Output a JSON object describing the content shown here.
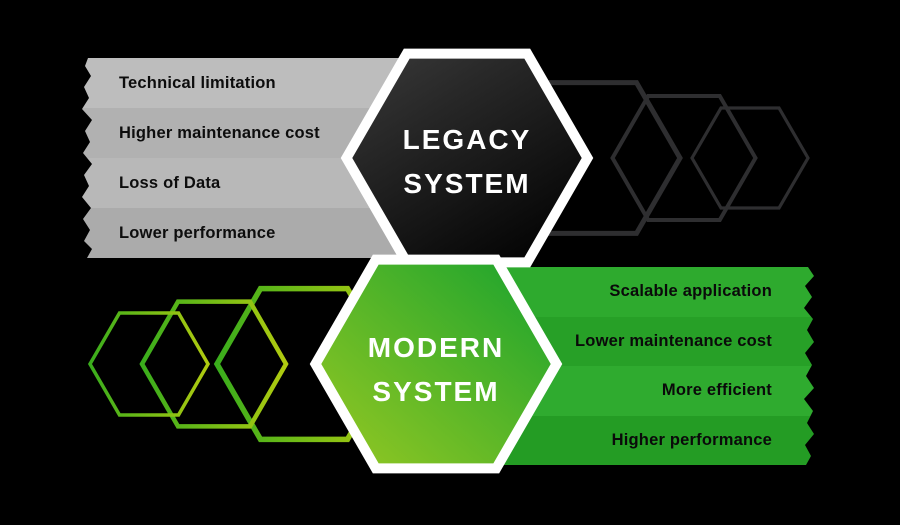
{
  "canvas": {
    "background": "#000000"
  },
  "legacy": {
    "title_line1": "LEGACY",
    "title_line2": "SYSTEM",
    "items": [
      "Technical limitation",
      "Higher maintenance cost",
      "Loss of Data",
      "Lower performance"
    ],
    "panel_color": "#b4b4b4",
    "text_color": "#0d0d0d",
    "title_color": "#ffffff",
    "hex_gradient": {
      "from": "#3a3a3a",
      "to": "#050505"
    },
    "outline_color": "#2e2e30",
    "border_color": "#ffffff"
  },
  "modern": {
    "title_line1": "MODERN",
    "title_line2": "SYSTEM",
    "items": [
      "Scalable application",
      "Lower maintenance cost",
      "More efficient",
      "Higher performance"
    ],
    "panel_color": "#2ca62c",
    "text_color": "#0a0a0a",
    "title_color": "#ffffff",
    "hex_gradient": {
      "from": "#99c922",
      "to": "#16a22e"
    },
    "outline_gradient": {
      "from": "#3aad1c",
      "to": "#b0cb10"
    },
    "border_color": "#ffffff"
  }
}
